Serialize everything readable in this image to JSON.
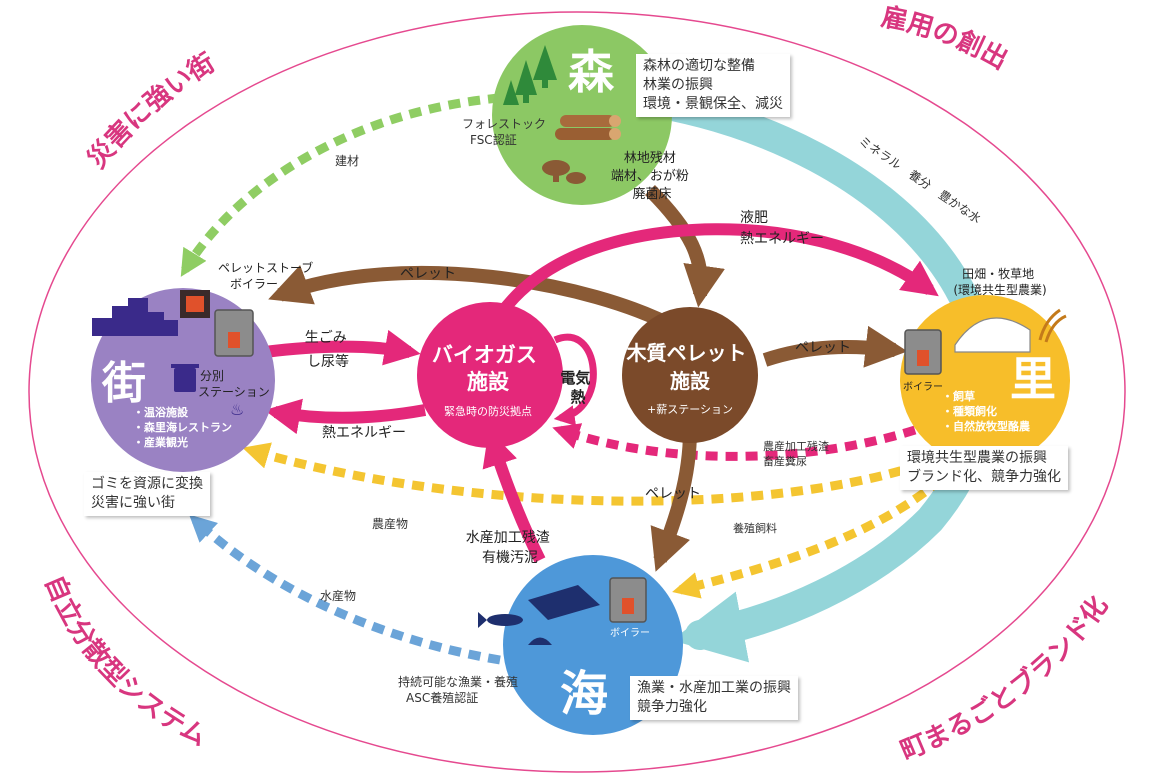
{
  "corners": {
    "top_left": "災害に強い街",
    "top_right": "雇用の創出",
    "bottom_left": "自立分散型システム",
    "bottom_right": "町まるごとブランド化"
  },
  "forest": {
    "kanji": "森",
    "box_lines": [
      "森林の適切な整備",
      "林業の振興",
      "環境・景観保全、減災"
    ],
    "stock_lines": [
      "フォレストック",
      "FSC認証"
    ],
    "residue_lines": [
      "林地残材",
      "端材、おが粉",
      "廃菌床"
    ]
  },
  "town": {
    "kanji": "街",
    "sorting_lines": [
      "分別",
      "ステーション"
    ],
    "facilities": [
      "・温浴施設",
      "・森里海レストラン",
      "・産業観光"
    ],
    "stove_lines": [
      "ペレットストーブ",
      "ボイラー"
    ],
    "box_lines": [
      "ゴミを資源に変換",
      "災害に強い街"
    ]
  },
  "biogas": {
    "title_lines": [
      "バイオガス",
      "施設"
    ],
    "subtitle": "緊急時の防災拠点",
    "loop_lines": [
      "電気",
      "熱"
    ]
  },
  "pellet_plant": {
    "title_lines": [
      "木質ペレット",
      "施設"
    ],
    "subtitle": "+薪ステーション"
  },
  "village": {
    "kanji": "里",
    "field_lines": [
      "田畑・牧草地",
      "(環境共生型農業)"
    ],
    "boiler": "ボイラー",
    "items": [
      "・飼草",
      "・種類飼化",
      "・自然放牧型酪農"
    ],
    "box_lines": [
      "環境共生型農業の振興",
      "ブランド化、競争力強化"
    ]
  },
  "sea": {
    "kanji": "海",
    "boiler": "ボイラー",
    "sustain_lines": [
      "持続可能な漁業・養殖",
      "ASC養殖認証"
    ],
    "box_lines": [
      "漁業・水産加工業の振興",
      "競争力強化"
    ]
  },
  "flows": {
    "building_material": "建材",
    "mineral": "ミネラル　養分　豊かな水",
    "liquid_fertilizer_lines": [
      "液肥",
      "熱エネルギー"
    ],
    "pellet_top": "ペレット",
    "garbage_lines": [
      "生ごみ",
      "し尿等"
    ],
    "heat_energy": "熱エネルギー",
    "pellet_right": "ペレット",
    "ag_residue_lines": [
      "農産加工残渣",
      "畜産糞尿"
    ],
    "pellet_down": "ペレット",
    "ag_products": "農産物",
    "feed": "養殖飼料",
    "fish_residue_lines": [
      "水産加工残渣",
      "有機汚泥"
    ],
    "marine_products": "水産物"
  },
  "colors": {
    "pink": "#e4287a",
    "brown": "#8a5a35",
    "light_green": "#8fcd63",
    "light_blue": "#8fd3d8",
    "yellow": "#f4c531",
    "blue_dash": "#6ba4d8",
    "purple": "#9a82c3",
    "forest_green": "#8cc864",
    "sea_blue": "#4e98d9",
    "village_yellow": "#f7be2a",
    "magenta_title": "#d8367f"
  }
}
